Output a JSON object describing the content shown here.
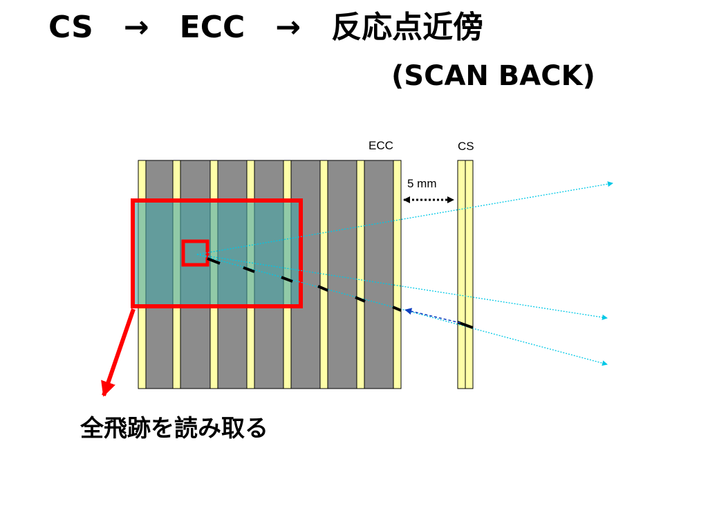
{
  "header": {
    "title": "CS　→　ECC　→　反応点近傍",
    "subtitle": "(SCAN BACK)"
  },
  "diagram": {
    "ecc_label": "ECC",
    "cs_label": "CS",
    "gap_label": "5 mm",
    "caption": "全飛跡を読み取る",
    "colors": {
      "lead": "#8c8c8c",
      "emulsion": "#ffffa8",
      "scan_region_fill": "#48a6a6",
      "scan_border": "#ff0000",
      "track": "#00c8e6",
      "segment": "#000000",
      "back_track": "#1040c0"
    }
  }
}
